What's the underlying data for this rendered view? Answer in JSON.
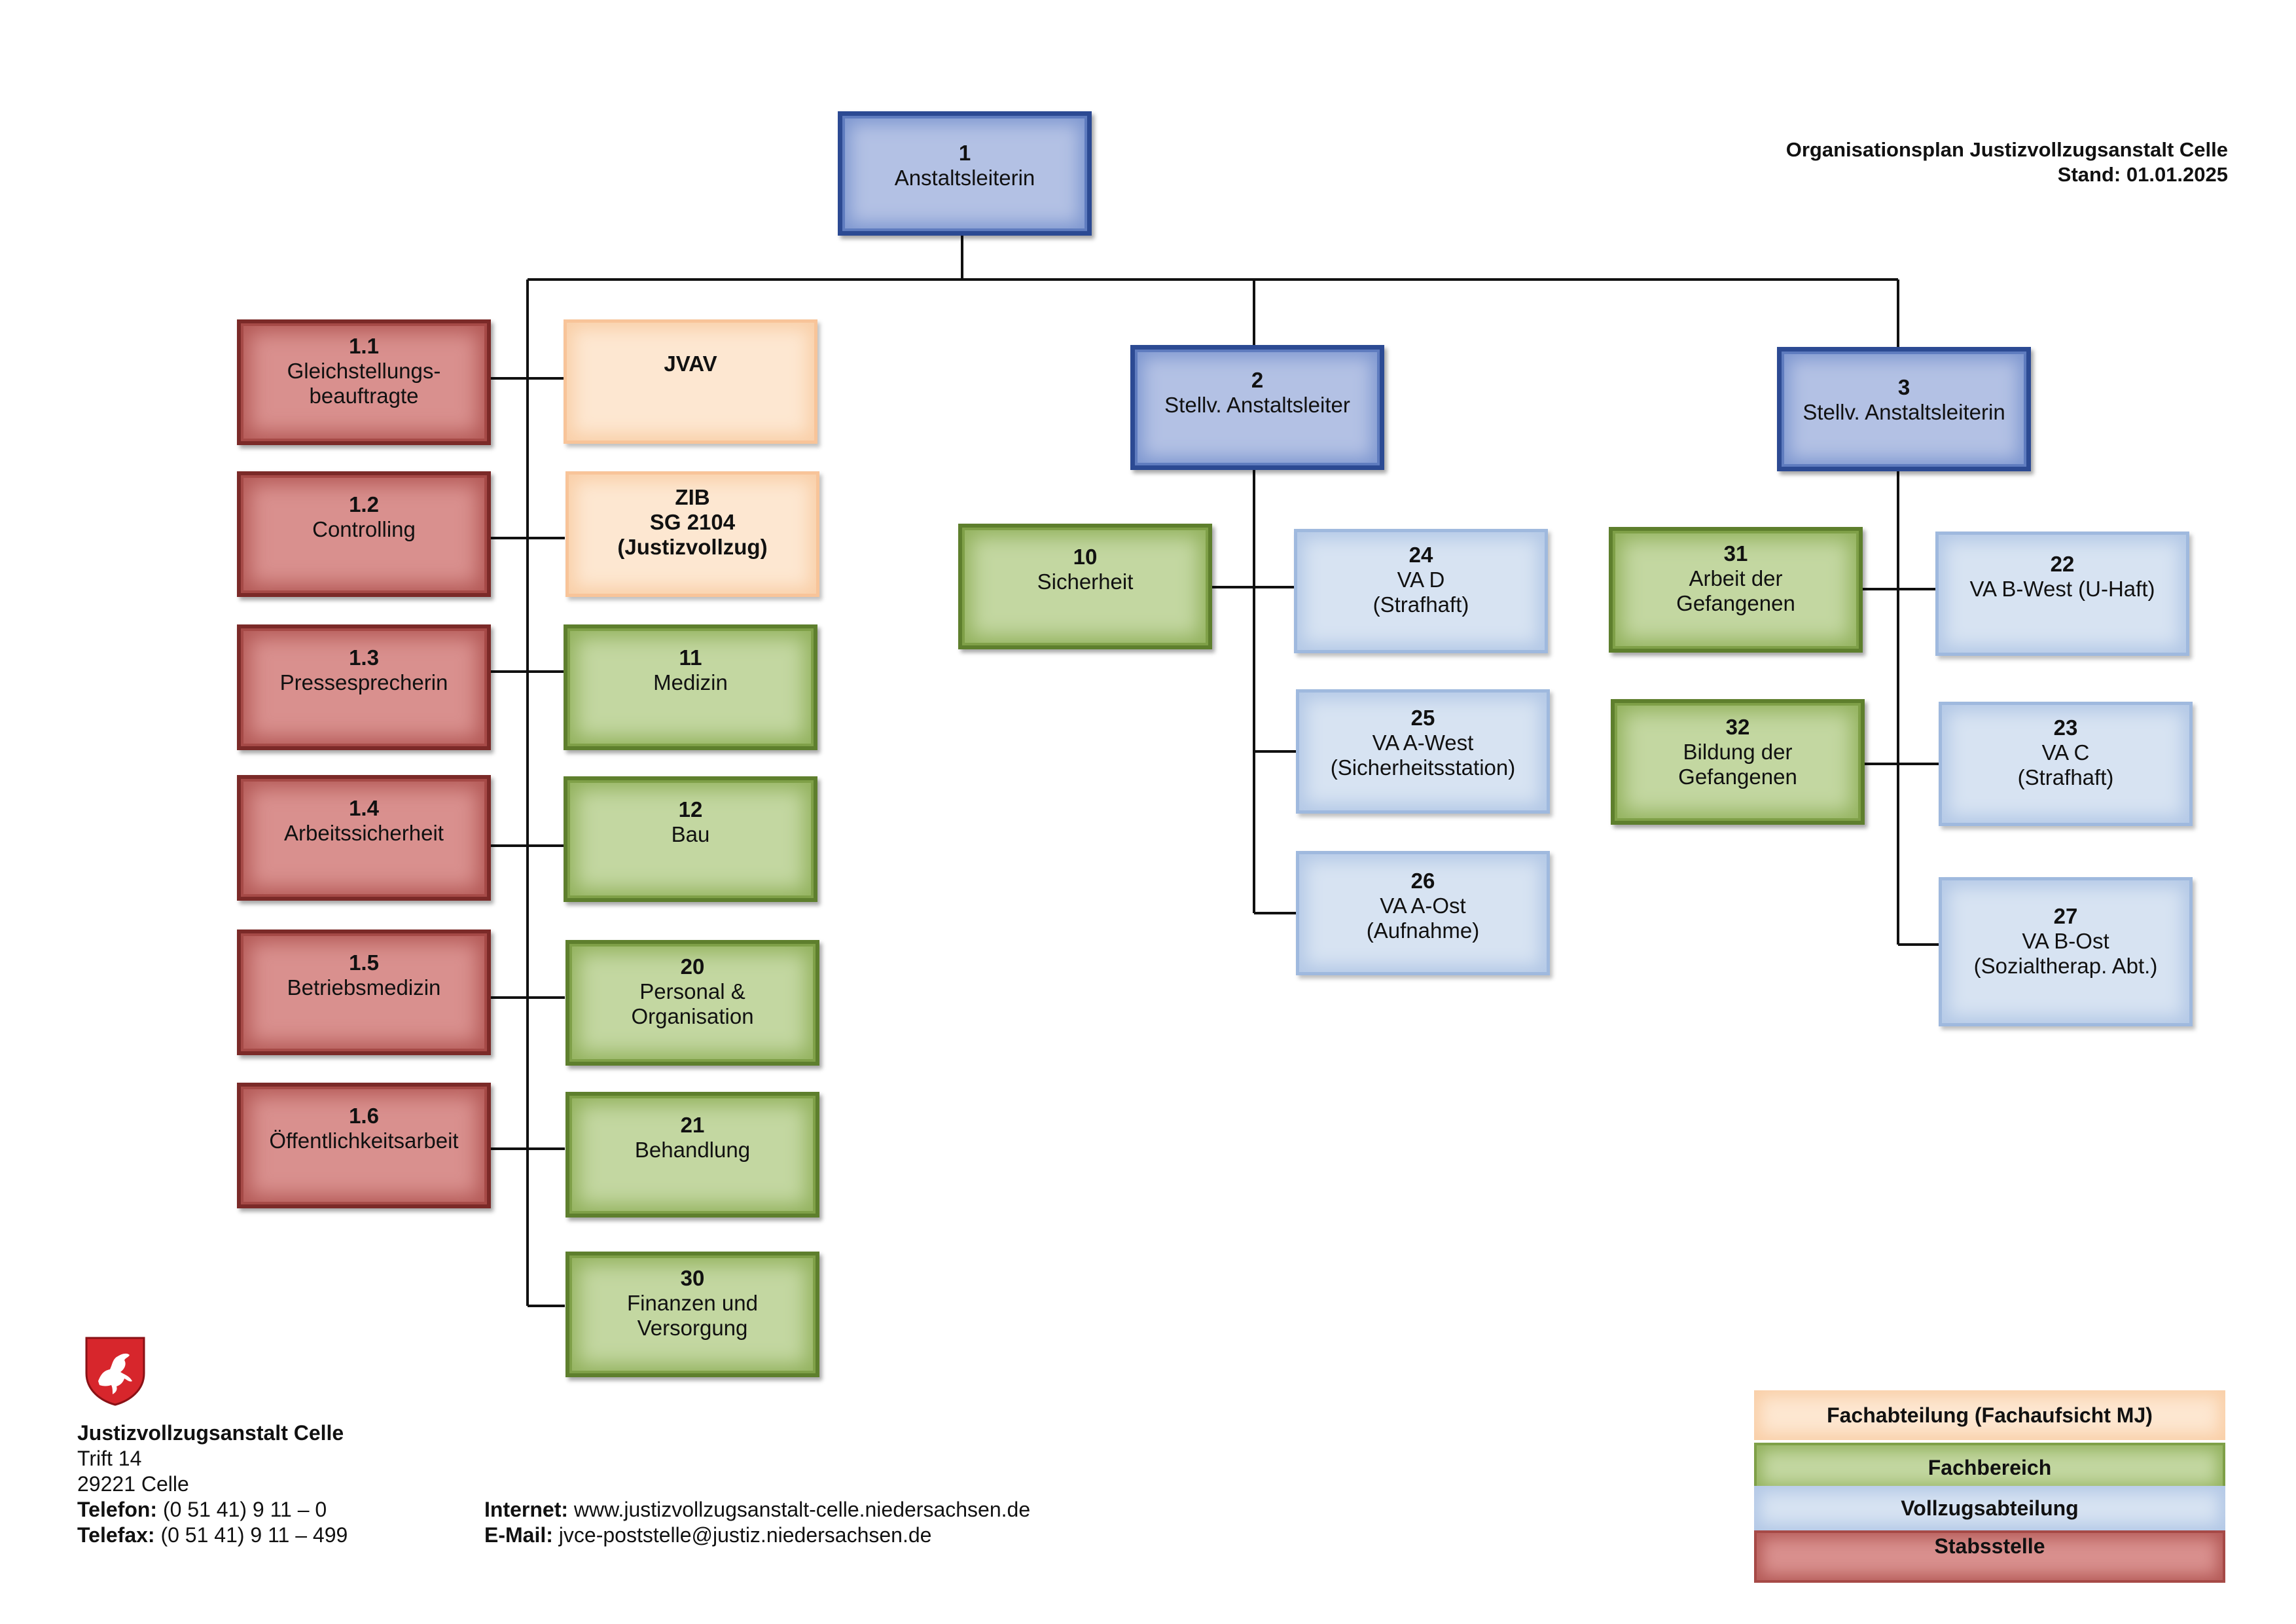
{
  "header": {
    "title": "Organisationsplan Justizvollzugsanstalt Celle",
    "date": "Stand: 01.01.2025"
  },
  "top": {
    "num": "1",
    "label": "Anstaltsleiterin"
  },
  "staff": [
    {
      "num": "1.1",
      "label": "Gleichstellungs-",
      "label2": "beauftragte"
    },
    {
      "num": "1.2",
      "label": "Controlling"
    },
    {
      "num": "1.3",
      "label": "Pressesprecherin"
    },
    {
      "num": "1.4",
      "label": "Arbeitssicherheit"
    },
    {
      "num": "1.5",
      "label": "Betriebsmedizin"
    },
    {
      "num": "1.6",
      "label": "Öffentlichkeitsarbeit"
    }
  ],
  "special": [
    {
      "line1": "JVAV"
    },
    {
      "line1": "ZIB",
      "line2": "SG 2104",
      "line3": "(Justizvollzug)"
    }
  ],
  "departments_left": [
    {
      "num": "11",
      "label": "Medizin"
    },
    {
      "num": "12",
      "label": "Bau"
    },
    {
      "num": "20",
      "label": "Personal &",
      "label2": "Organisation"
    },
    {
      "num": "21",
      "label": "Behandlung"
    },
    {
      "num": "30",
      "label": "Finanzen und",
      "label2": "Versorgung"
    }
  ],
  "deputy1": {
    "num": "2",
    "label": "Stellv. Anstaltsleiter"
  },
  "deputy2": {
    "num": "3",
    "label": "Stellv. Anstaltsleiterin"
  },
  "d1_dept": {
    "num": "10",
    "label": "Sicherheit"
  },
  "d1_units": [
    {
      "num": "24",
      "label": "VA D",
      "label2": "(Strafhaft)"
    },
    {
      "num": "25",
      "label": "VA A-West",
      "label2": "(Sicherheitsstation)"
    },
    {
      "num": "26",
      "label": "VA A-Ost",
      "label2": "(Aufnahme)"
    }
  ],
  "d2_depts": [
    {
      "num": "31",
      "label": "Arbeit der",
      "label2": "Gefangenen"
    },
    {
      "num": "32",
      "label": "Bildung der",
      "label2": "Gefangenen"
    }
  ],
  "d2_units": [
    {
      "num": "22",
      "label": "VA B-West (U-Haft)"
    },
    {
      "num": "23",
      "label": "VA C",
      "label2": "(Strafhaft)"
    },
    {
      "num": "27",
      "label": "VA B-Ost",
      "label2": "(Sozialtherap. Abt.)"
    }
  ],
  "legend": {
    "peach": "Fachabteilung (Fachaufsicht MJ)",
    "green": "Fachbereich",
    "blue": "Vollzugsabteilung",
    "red": "Stabsstelle"
  },
  "footer": {
    "name": "Justizvollzugsanstalt Celle",
    "street": "Trift 14",
    "city": "29221 Celle",
    "phone_label": "Telefon:",
    "phone": "(0 51 41) 9 11 – 0",
    "fax_label": "Telefax:",
    "fax": "(0 51 41) 9 11 – 499",
    "internet_label": "Internet:",
    "internet": "www.justizvollzugsanstalt-celle.niedersachsen.de",
    "email_label": "E-Mail:",
    "email": "jvce-poststelle@justiz.niedersachsen.de"
  },
  "colors": {
    "dark_blue": "#2c4a93",
    "red": "#7b2a28",
    "green": "#5e7f2d",
    "peach": "#f8c499",
    "light_blue": "#9fb9de"
  },
  "icons": {
    "logo": "niedersachsen-horse-crest-icon"
  }
}
